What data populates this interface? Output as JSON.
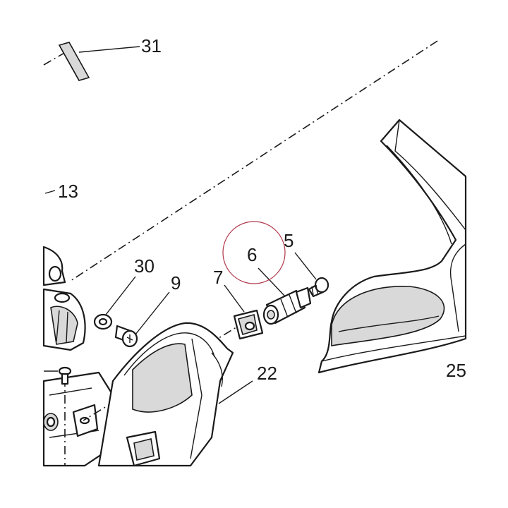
{
  "labels": {
    "l31": "31",
    "l13": "13",
    "l30": "30",
    "l9": "9",
    "l7": "7",
    "l6": "6",
    "l5": "5",
    "l22": "22",
    "l25": "25"
  },
  "colors": {
    "line": "#1a1a1a",
    "highlight_circle": "#b0364a",
    "shade": "#d9d9d9"
  }
}
